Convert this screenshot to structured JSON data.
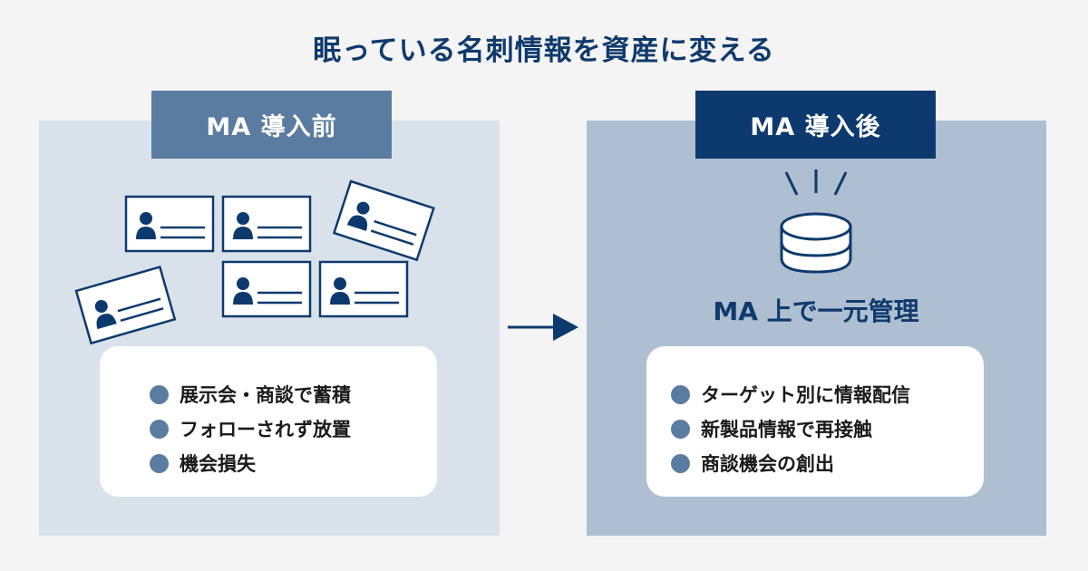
{
  "title": "眠っている名刺情報を資産に変える",
  "colors": {
    "title": "#0f3a6c",
    "before_tag": "#5a7ca0",
    "after_tag": "#0d3a6e",
    "before_panel": "#d9e2ea",
    "after_panel": "#adbfd0",
    "bullet": "#5a7ca0",
    "background": "#f4f4f5"
  },
  "before": {
    "tag": "MA 導入前",
    "icon": "business-card-icon",
    "items": [
      "展示会・商談で蓄積",
      "フォローされず放置",
      "機会損失"
    ]
  },
  "arrow": {
    "icon": "arrow-right-icon"
  },
  "after": {
    "tag": "MA 導入後",
    "icon": "database-icon",
    "caption": "MA 上で一元管理",
    "items": [
      "ターゲット別に情報配信",
      "新製品情報で再接触",
      "商談機会の創出"
    ]
  }
}
